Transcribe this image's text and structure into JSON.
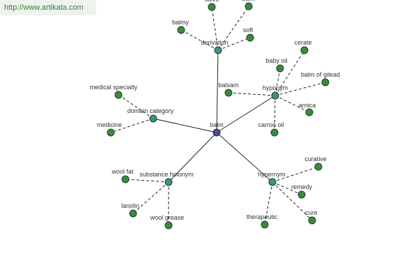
{
  "watermark": "http://www.artikata.com",
  "colors": {
    "center": "#4a4a9a",
    "category": "#3f8f8f",
    "leaf": "#3d8a3d",
    "stroke": "#1e3e1e"
  },
  "graph": {
    "center": {
      "id": "balm",
      "label": "balm"
    },
    "categories": [
      {
        "id": "derivation",
        "label": "derivation"
      },
      {
        "id": "hyponym",
        "label": "hyponym"
      },
      {
        "id": "domain_category",
        "label": "domain category"
      },
      {
        "id": "substance_holonym",
        "label": "substance holonym"
      },
      {
        "id": "hypernym",
        "label": "hypernym"
      }
    ],
    "leaves": [
      {
        "id": "d1",
        "label": "salve",
        "parent": "derivation"
      },
      {
        "id": "d2",
        "label": "balm",
        "parent": "derivation"
      },
      {
        "id": "d3",
        "label": "balmy",
        "parent": "derivation"
      },
      {
        "id": "d4",
        "label": "soft",
        "parent": "derivation"
      },
      {
        "id": "h1",
        "label": "cerate",
        "parent": "hyponym"
      },
      {
        "id": "h2",
        "label": "baby oil",
        "parent": "hyponym"
      },
      {
        "id": "h3",
        "label": "balm of gilead",
        "parent": "hyponym"
      },
      {
        "id": "h4",
        "label": "balsam",
        "parent": "hyponym"
      },
      {
        "id": "h5",
        "label": "arnica",
        "parent": "hyponym"
      },
      {
        "id": "h6",
        "label": "carron oil",
        "parent": "hyponym"
      },
      {
        "id": "c1",
        "label": "medical specialty",
        "parent": "domain_category"
      },
      {
        "id": "c2",
        "label": "medicine",
        "parent": "domain_category"
      },
      {
        "id": "s1",
        "label": "wool fat",
        "parent": "substance_holonym"
      },
      {
        "id": "s2",
        "label": "lanolin",
        "parent": "substance_holonym"
      },
      {
        "id": "s3",
        "label": "wool grease",
        "parent": "substance_holonym"
      },
      {
        "id": "y1",
        "label": "curative",
        "parent": "hypernym"
      },
      {
        "id": "y2",
        "label": "remedy",
        "parent": "hypernym"
      },
      {
        "id": "y3",
        "label": "therapeutic",
        "parent": "hypernym"
      },
      {
        "id": "y4",
        "label": "cure",
        "parent": "hypernym"
      }
    ]
  }
}
